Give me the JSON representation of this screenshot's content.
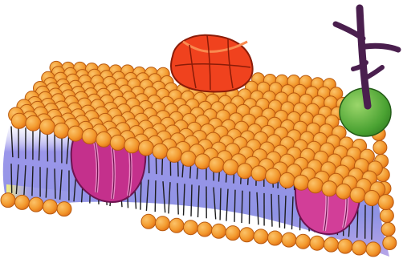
{
  "figure": {
    "subject": "",
    "colors": {
      "background": "#ffffff",
      "phospholipid_head": "#f39a2e",
      "phospholipid_head_shade": "#e06a12",
      "phospholipid_outline": "#b85a10",
      "tail": "#1c1c1c",
      "core_blue": "#8c8fe6",
      "core_violet": "#b8a6e8",
      "core_yellow": "#f2ef7a",
      "integral_protein": "#c4308c",
      "integral_protein_light": "#e052a8",
      "surface_protein": "#f0421e",
      "surface_protein_light": "#f77a3a",
      "glycoprotein": "#3f9a2a",
      "glycoprotein_light": "#7ac543",
      "carbohydrate_chain": "#4a1f4e"
    },
    "components": [
      {
        "name": "phospholipid-bilayer",
        "icon": "phospholipid-heads"
      },
      {
        "name": "hydrophobic-core",
        "icon": "fatty-acid-tails"
      },
      {
        "name": "integral-protein-left",
        "icon": "channel-protein"
      },
      {
        "name": "integral-protein-right",
        "icon": "channel-protein"
      },
      {
        "name": "peripheral-protein-top",
        "icon": "surface-protein"
      },
      {
        "name": "glycoprotein-right",
        "icon": "glycoprotein"
      },
      {
        "name": "carbohydrate-chain",
        "icon": "branched-sugar"
      }
    ]
  }
}
